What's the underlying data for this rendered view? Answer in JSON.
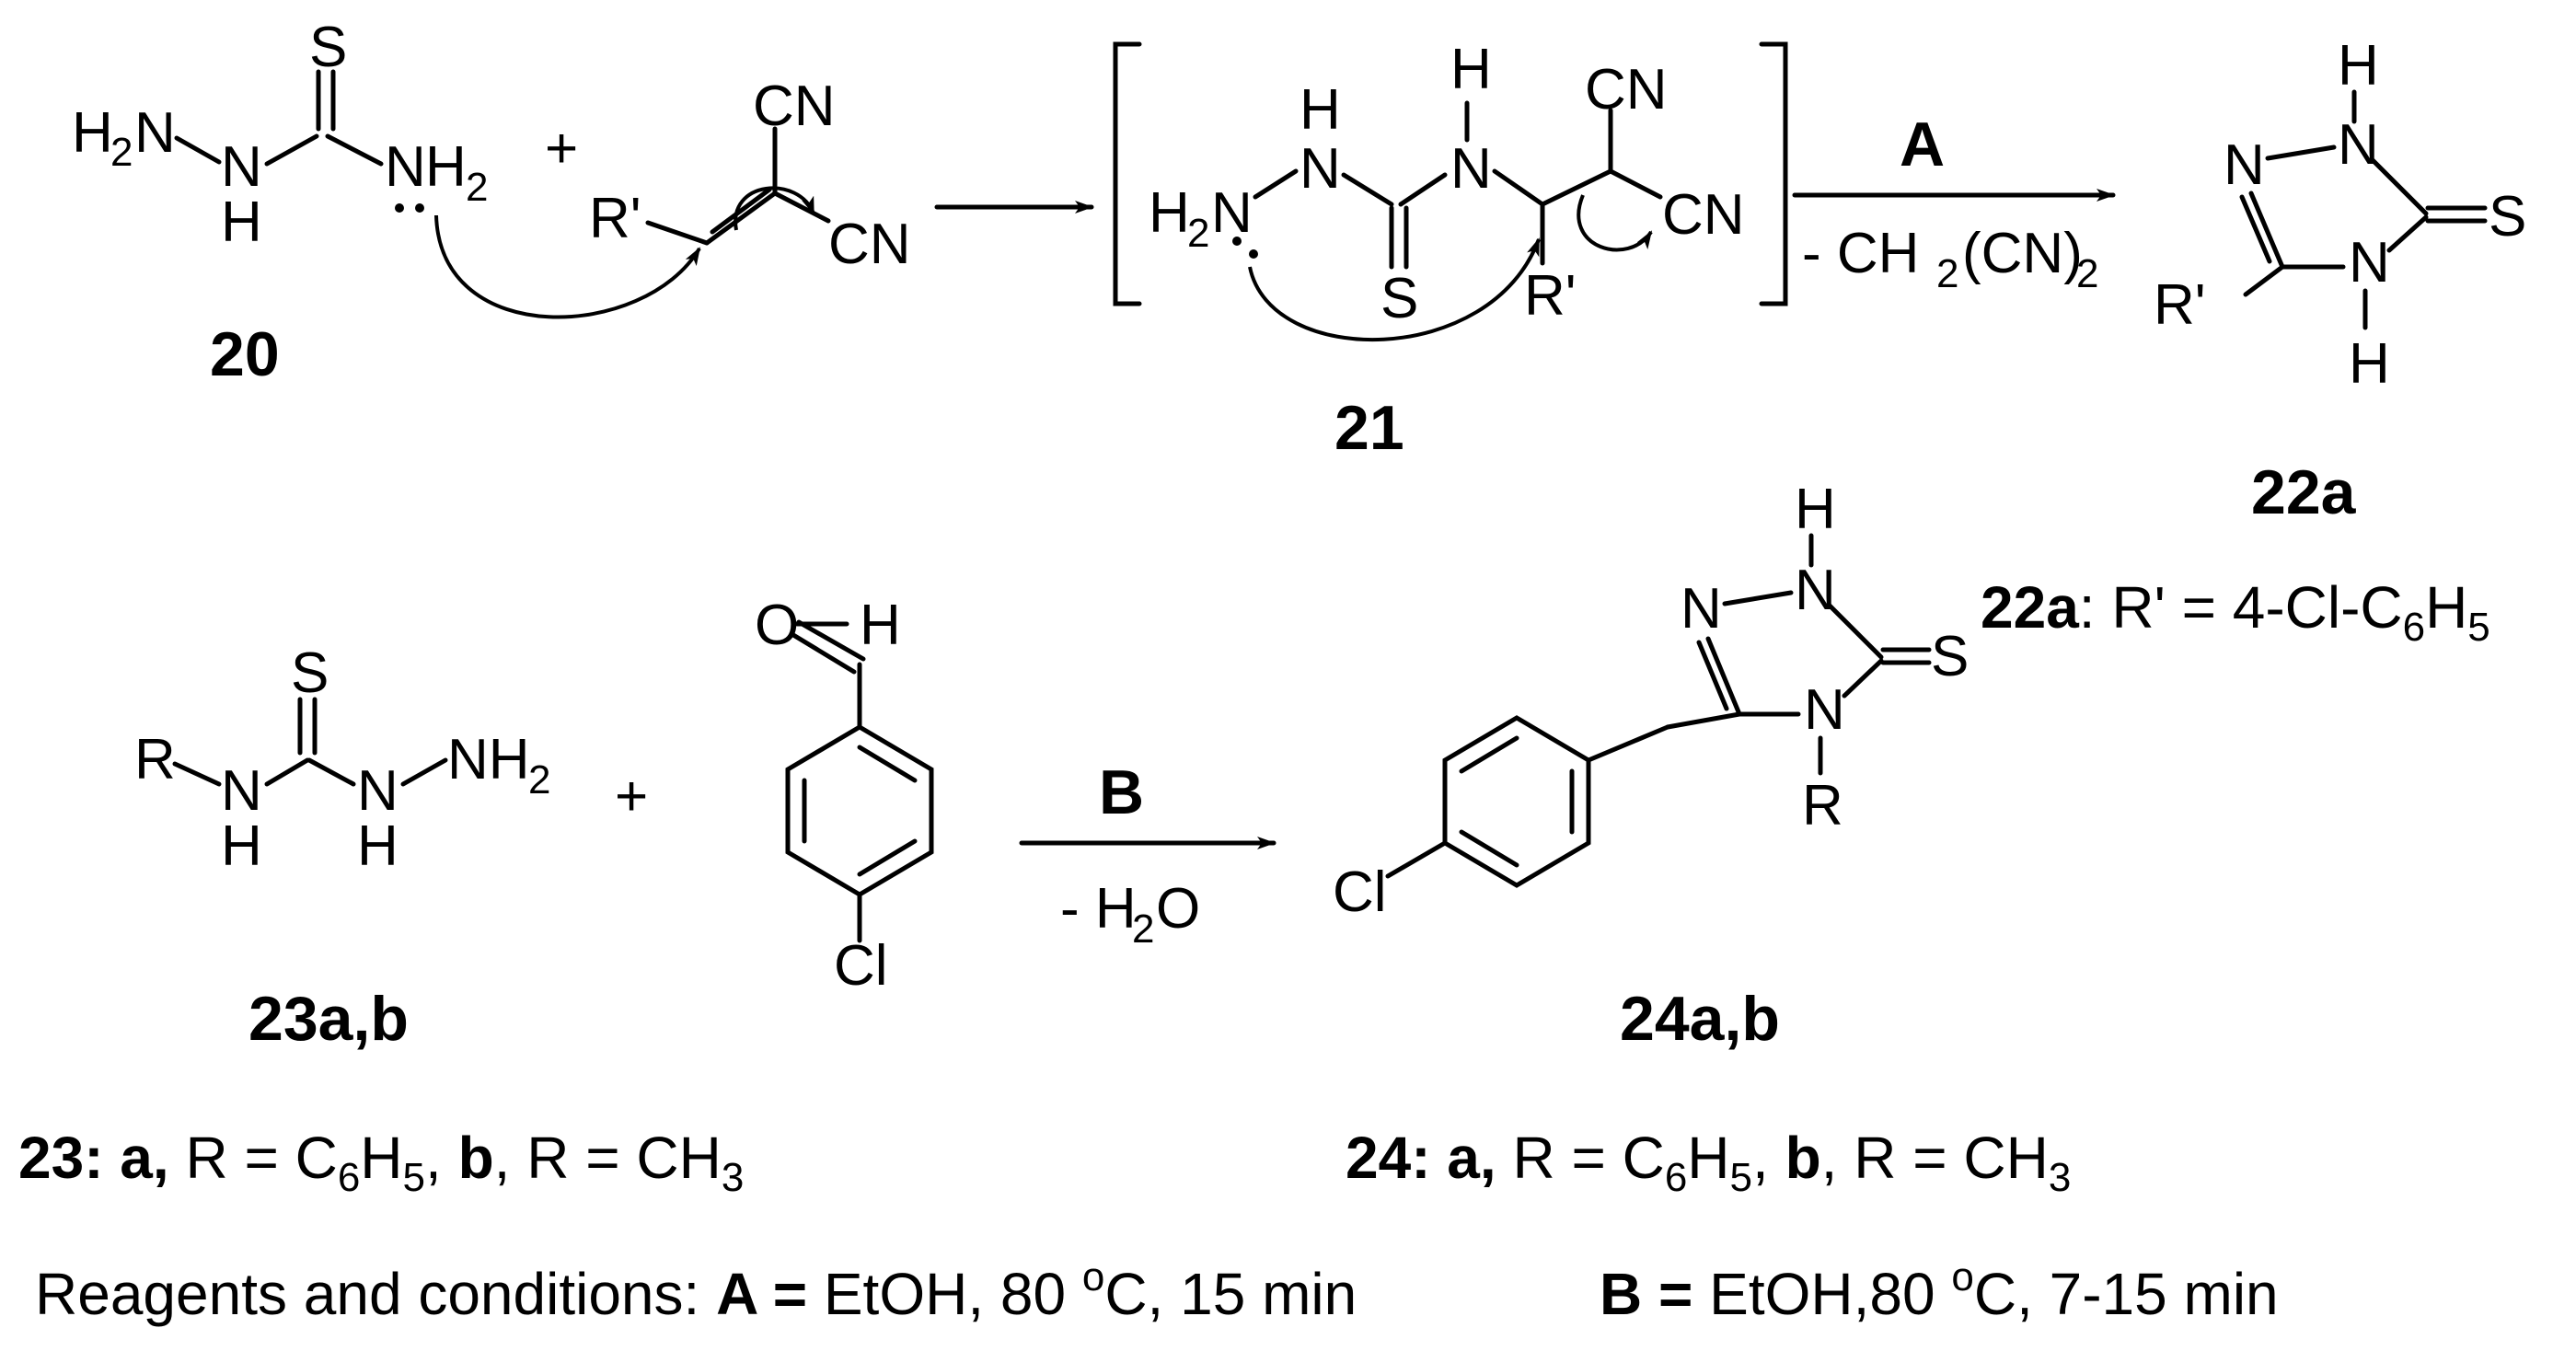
{
  "compounds": {
    "c20": {
      "label": "20"
    },
    "c21": {
      "label": "21"
    },
    "c22a": {
      "label": "22a"
    },
    "c23": {
      "label": "23a,b"
    },
    "c24": {
      "label": "24a,b"
    }
  },
  "atoms": {
    "H": "H",
    "N": "N",
    "S": "S",
    "CN": "CN",
    "Rp": "R'",
    "R": "R",
    "Cl": "Cl",
    "O": "O",
    "H2N": "H2N",
    "NH2": "NH2",
    "sub2": "2",
    "plus": "+"
  },
  "arrows": {
    "A_label": "A",
    "A_byproduct_prefix": "- CH",
    "A_byproduct_mid": "(CN)",
    "A_sub2": "2",
    "B_label": "B",
    "B_byproduct_prefix": "- H",
    "B_byproduct_suffix": "O",
    "B_sub2": "2"
  },
  "notes": {
    "n22a": {
      "bold": "22a",
      "text": ": R' = 4-Cl-C",
      "sub1": "6",
      "mid": "H",
      "sub2": "5"
    },
    "n23": {
      "bold": "23: a,",
      "t1": " R = C",
      "s1": "6",
      "t2": "H",
      "s2": "5",
      "t3": ", ",
      "b2": "b",
      "t4": ", R = CH",
      "s3": "3"
    },
    "n24": {
      "bold": "24: a,",
      "t1": " R = C",
      "s1": "6",
      "t2": "H",
      "s2": "5",
      "t3": ", ",
      "b2": "b",
      "t4": ", R = CH",
      "s3": "3"
    }
  },
  "conditions": {
    "prefix": "Reagents and conditions: ",
    "A_key": "A =",
    "A_text1": " EtOH, 80 ",
    "A_sup": "o",
    "A_text2": "C, 15 min",
    "B_key": "B =",
    "B_text1": " EtOH,80 ",
    "B_sup": "o",
    "B_text2": "C, 7-15 min"
  }
}
